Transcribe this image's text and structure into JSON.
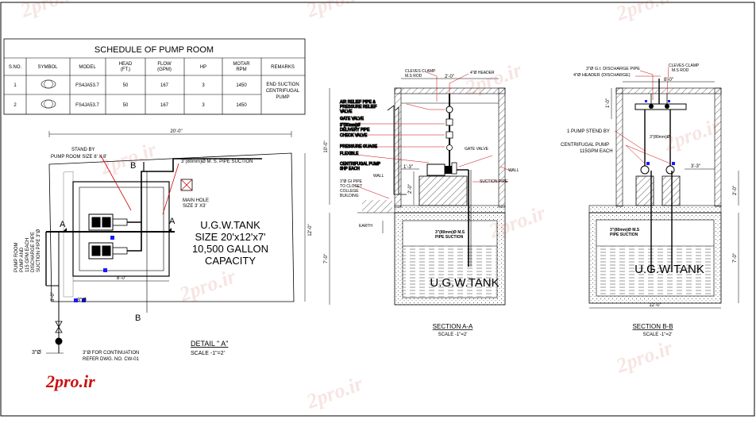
{
  "schedule": {
    "title": "SCHEDULE OF PUMP ROOM",
    "headers": [
      "S.NO.",
      "SYMBOL",
      "MODEL",
      "HEAD|(FT.)",
      "FLOW|(GPM)",
      "HP",
      "MOTAR|RPM",
      "REMARKS"
    ],
    "rows": [
      {
        "sno": "1",
        "model": "FS4JA53.7",
        "head": "50",
        "flow": "167",
        "hp": "3",
        "rpm": "1450"
      },
      {
        "sno": "2",
        "model": "FS4JA53.7",
        "head": "50",
        "flow": "167",
        "hp": "3",
        "rpm": "1450"
      }
    ],
    "remarks": [
      "END SUCTION",
      "CENTRIFUGAL",
      "PUMP"
    ]
  },
  "detail_a": {
    "dim_top": "20'-0\"",
    "dim_right": "12'-0\"",
    "dim_pumproom": "8'-0\"",
    "dim_side": "3'-0\"",
    "section_marks": [
      "A",
      "A",
      "B",
      "B"
    ],
    "stand_by": "STAND BY",
    "pump_room_size": "PUMP ROOM SIZE 8' X 8'",
    "suction_note": "3\"(80mm)Ø M. S. PIPE SUCTION",
    "manhole": [
      "MAIN HOLE",
      "SIZE 3' X3'"
    ],
    "tank_lines": [
      "U.G.W.TANK",
      "SIZE 20'x12'x7'",
      "10,500 GALLON",
      "CAPACITY"
    ],
    "left_vertical": [
      "PUMP ROOM",
      "PUMP AND",
      "115 GPM EACH",
      "DISCHARGE PIPE",
      "SUCTION PIPE 3\"Ø"
    ],
    "pipe_size_1": "3\"Ø",
    "pipe_size_2": "3\"Ø",
    "continuation": [
      "3\"Ø FOR CONTINUATION",
      "REFER DWG. NO. CW-01"
    ],
    "title": "DETAIL \" A\"",
    "scale": "SCALE -1\"=2'"
  },
  "section_aa": {
    "top_notes": [
      "CLEVES CLAMP",
      "M.S ROD",
      "4\"Ø HEADER"
    ],
    "dim_top": "2'-0\"",
    "left_notes": [
      "AIR RELIEF PIPE &",
      "PRESSURE RELIEF",
      "VALVE",
      "GATE VALVE",
      "3\"(80mm)Ø",
      "DELIVERY PIPE",
      "CHECK VALVE",
      "PRESSURE GUAGE",
      "FLEXIBLE",
      "CENTRIFUGAL PUMP",
      "3HP EACH"
    ],
    "wall": "WALL",
    "gate_valve": "GATE VALVE",
    "wall2": "WALL",
    "pipe_note": [
      "3\"Ø GI PIPE",
      "TO CLOSET",
      "COLLEGE",
      "BUILDING"
    ],
    "suction_pipe": "SUCTION PIPE",
    "earth": "EARTH",
    "ms_pipe": [
      "3\"(80mm)Ø M.S",
      "PIPE SUCTION"
    ],
    "tank": "U.G.W.TANK",
    "dims": [
      "10'-0\"",
      "2'-0\"",
      "7'-0\"",
      "1'-3\""
    ],
    "title": "SECTION A-A",
    "scale": "SCALE -1\"=2'"
  },
  "section_bb": {
    "top_notes": [
      "3\"Ø G.I. DISCHARGE PIPE",
      "4\"Ø HEADER (DISCHARGE)",
      "CLEVES CLAMP",
      "M.S ROD"
    ],
    "dim_top": "8'-0\"",
    "left_notes": [
      "1 PUMP STEND BY",
      "CENTRIFUGAL PUMP",
      "115GPM EACH"
    ],
    "pipe_label": "3\"(80mm)Ø",
    "dim_small": "3'-3\"",
    "ms_pipe": [
      "3\"(80mm)Ø M.S",
      "PIPE SUCTION"
    ],
    "tank": "U.G.W TANK",
    "dims": [
      "1'-0\"",
      "2'-0\"",
      "7'-0\"",
      "12'-0\""
    ],
    "title": "SECTION B-B",
    "scale": "SCALE -1\"=2'"
  },
  "watermark": "2pro.ir",
  "logo": "2pro.ir"
}
